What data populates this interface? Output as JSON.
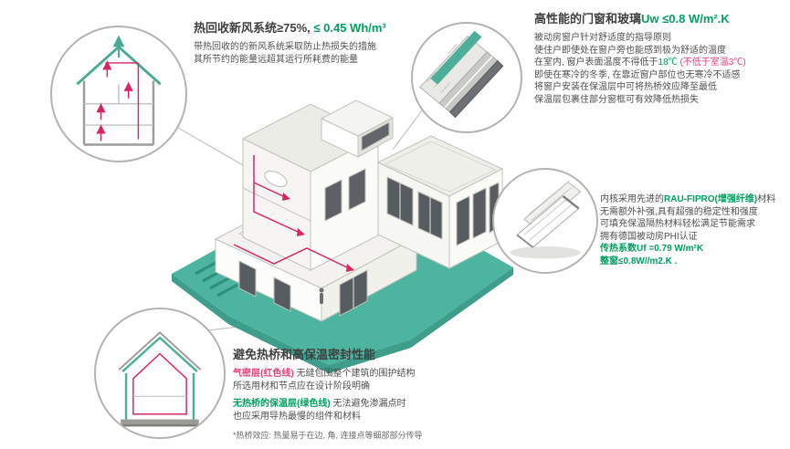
{
  "colors": {
    "accent_green": "#00a05f",
    "accent_pink": "#e8417a",
    "ground_teal": "#4db4a0",
    "duct_red": "#d6275f",
    "text_dark": "#4f4f4f"
  },
  "ventilation": {
    "title_main": "热回收新风系统≥75%, ",
    "title_accent": "≤ 0.45 Wh/m³",
    "desc1": "带热回收的的新风系统采取防止热损失的措施",
    "desc2": "其所节约的能量远超其运行所耗费的能量"
  },
  "windows": {
    "title_main": "高性能的门窗和玻璃",
    "title_accent": "Uw ≤0.8 W/m².K",
    "line1": "被动房窗户针对舒适度的指导原则",
    "line2": "使住户即使处在窗户旁也能感到极为舒适的温度",
    "line3a": "在室内, 窗户表面温度不得低于",
    "line3b": "18℃",
    "line3c": " (不低于室温3℃)",
    "line4": "即使在寒冷的冬季, 在靠近窗户部位也无寒冷不适感",
    "line5": "将窗户安装在保温层中可将热桥效应降至最低",
    "line6": "保温层包裹住部分窗框可有效降低热损失"
  },
  "profile": {
    "line1a": "内核采用先进的",
    "line1b": "RAU-FIPRO(增强纤维)",
    "line1c": "材料",
    "line2": "无需额外补强,具有超强的稳定性和强度",
    "line3": "可填充保温隔热材料轻松满足节能需求",
    "line4": "拥有德国被动房PHI认证",
    "line5": "传热系数Uf =0.79 W/m²K",
    "line6": "整窗≤0.8W//m2.K ."
  },
  "thermal": {
    "title": "避免热桥和高保温密封性能",
    "line1a": "气密层(红色线)",
    "line1b": " 无缝包围整个建筑的围护结构",
    "line2": "所选用材和节点应在设计阶段明确",
    "line3a": "无热桥的保温层(绿色线)",
    "line3b": " 无法避免渗漏点时",
    "line4": "也应采用导热最慢的组件和材料",
    "footnote": "*热桥效应: 热量易于在边, 角, 连接点等细部部分传导"
  }
}
